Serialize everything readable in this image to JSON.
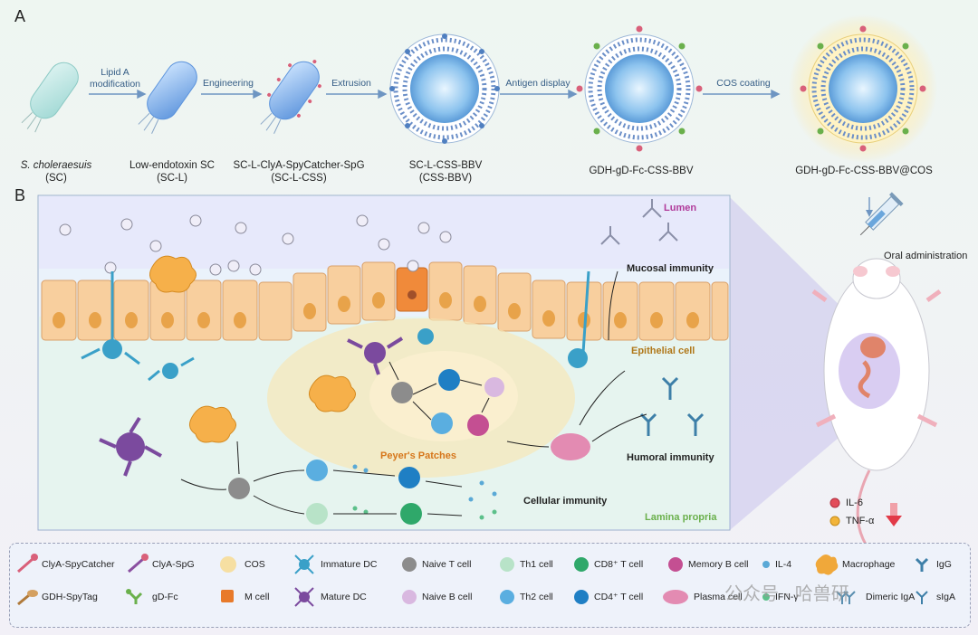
{
  "panel_a": {
    "letter": "A",
    "stages": [
      {
        "line1": "S. choleraesuis",
        "line2": "(SC)"
      },
      {
        "line1": "Low-endotoxin SC",
        "line2": "(SC-L)"
      },
      {
        "line1": "SC-L-ClyA-SpyCatcher-SpG",
        "line2": "(SC-L-CSS)"
      },
      {
        "line1": "SC-L-CSS-BBV",
        "line2": "(CSS-BBV)"
      },
      {
        "line1": "GDH-gD-Fc-CSS-BBV",
        "line2": ""
      },
      {
        "line1": "GDH-gD-Fc-CSS-BBV@COS",
        "line2": ""
      }
    ],
    "arrows": [
      {
        "line1": "Lipid A",
        "line2": "modification"
      },
      {
        "line1": "Engineering",
        "line2": ""
      },
      {
        "line1": "Extrusion",
        "line2": ""
      },
      {
        "line1": "Antigen display",
        "line2": ""
      },
      {
        "line1": "COS coating",
        "line2": ""
      }
    ]
  },
  "panel_b": {
    "letter": "B",
    "regions": {
      "lumen": "Lumen",
      "epithelial": "Epithelial cell",
      "peyers": "Peyer's Patches",
      "lamina": "Lamina propria"
    },
    "immunity": {
      "mucosal": "Mucosal immunity",
      "humoral": "Humoral immunity",
      "cellular": "Cellular immunity"
    },
    "mouse": {
      "oral": "Oral administration",
      "il6": "IL-6",
      "tnf": "TNF-α"
    }
  },
  "legend": {
    "items": [
      {
        "label": "ClyA-SpyCatcher",
        "icon": "clya-spycatcher-icon",
        "color": "#d9607a"
      },
      {
        "label": "ClyA-SpG",
        "icon": "clya-spg-icon",
        "color": "#8a4fa0"
      },
      {
        "label": "COS",
        "icon": "cos-icon",
        "color": "#f7d98c"
      },
      {
        "label": "Immature DC",
        "icon": "immature-dc-icon",
        "color": "#3aa0c8"
      },
      {
        "label": "Naive T cell",
        "icon": "naive-t-cell-icon",
        "color": "#8c8c8c"
      },
      {
        "label": "Th1 cell",
        "icon": "th1-cell-icon",
        "color": "#b8e3c8"
      },
      {
        "label": "CD8⁺ T cell",
        "icon": "cd8-t-cell-icon",
        "color": "#2fa86a"
      },
      {
        "label": "Memory B cell",
        "icon": "memory-b-cell-icon",
        "color": "#c44f92"
      },
      {
        "label": "IL-4",
        "icon": "il4-icon",
        "color": "#5aa9d6"
      },
      {
        "label": "Macrophage",
        "icon": "macrophage-icon",
        "color": "#f0a83a"
      },
      {
        "label": "IgG",
        "icon": "igg-icon",
        "color": "#3d7fa8"
      },
      {
        "label": "GDH-SpyTag",
        "icon": "gdh-spytag-icon",
        "color": "#b07a3a"
      },
      {
        "label": "gD-Fc",
        "icon": "gd-fc-icon",
        "color": "#6ab04c"
      },
      {
        "label": "M cell",
        "icon": "m-cell-icon",
        "color": "#e87a2a"
      },
      {
        "label": "Mature DC",
        "icon": "mature-dc-icon",
        "color": "#7b4a9e"
      },
      {
        "label": "Naive B cell",
        "icon": "naive-b-cell-icon",
        "color": "#d9b8e0"
      },
      {
        "label": "Th2 cell",
        "icon": "th2-cell-icon",
        "color": "#5aaee0"
      },
      {
        "label": "CD4⁺ T cell",
        "icon": "cd4-t-cell-icon",
        "color": "#1f7fc4"
      },
      {
        "label": "Plasma cell",
        "icon": "plasma-cell-icon",
        "color": "#e38bb2"
      },
      {
        "label": "IFN-γ",
        "icon": "ifn-gamma-icon",
        "color": "#5cc08a"
      },
      {
        "label": "Dimeric IgA",
        "icon": "dimeric-iga-icon",
        "color": "#5a8fb0"
      },
      {
        "label": "sIgA",
        "icon": "siga-icon",
        "color": "#3d7fa8"
      }
    ]
  },
  "watermark": "公众号 · 哈兽研"
}
